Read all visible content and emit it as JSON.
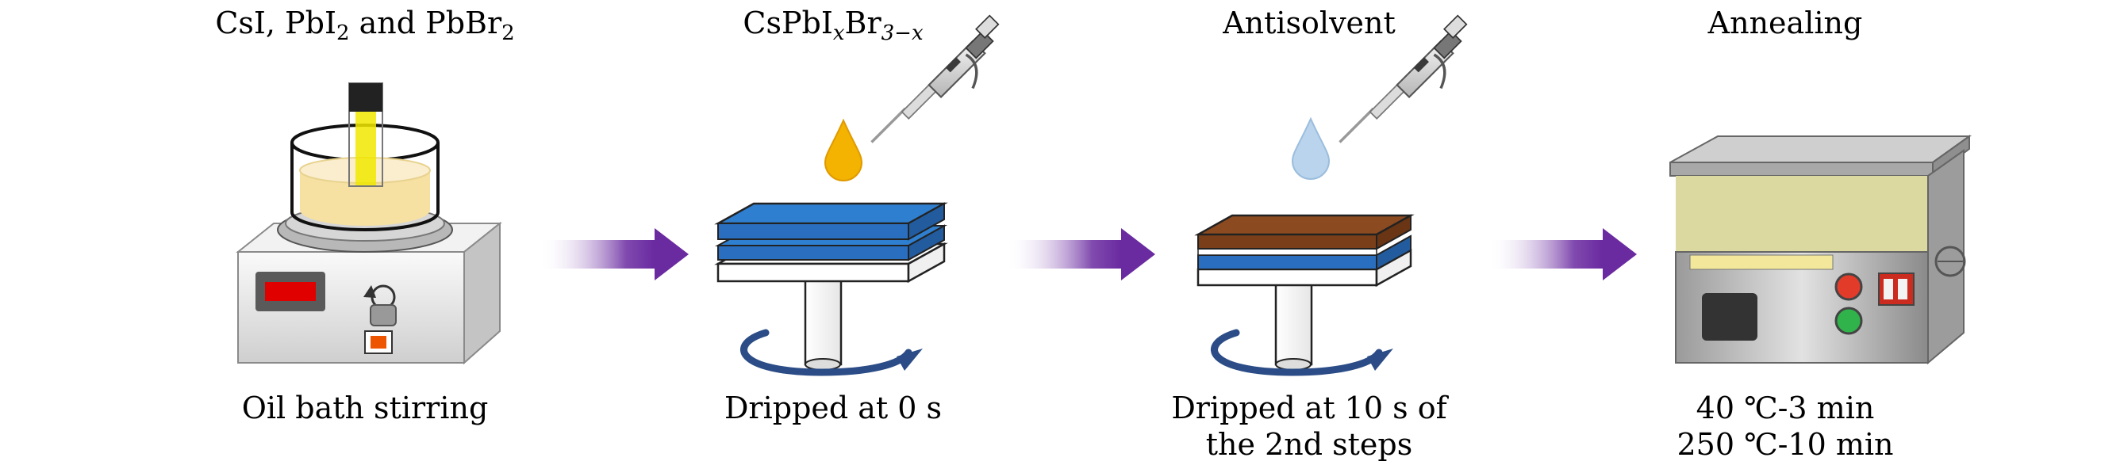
{
  "steps": [
    {
      "top_label": {
        "parts": [
          "CsI, PbI",
          "2",
          " and PbBr",
          "2"
        ]
      },
      "bottom_label": [
        "Oil bath stirring"
      ]
    },
    {
      "top_label": {
        "parts": [
          "CsPbI",
          "x",
          "Br",
          "3−x"
        ]
      },
      "bottom_label": [
        "Dripped at 0 s"
      ]
    },
    {
      "top_label": {
        "text": "Antisolvent"
      },
      "bottom_label": [
        "Dripped at 10 s of",
        "the 2nd steps"
      ]
    },
    {
      "top_label": {
        "text": "Annealing"
      },
      "bottom_label": [
        "40 ℃-3 min",
        "250 ℃-10 min"
      ]
    }
  ],
  "colors": {
    "arrow": "#6a2aa0",
    "precursor_drop": "#f3b300",
    "antisolvent_drop": "#b9d4ec",
    "perovskite_film": "#8b4a1f",
    "substrate_blue": "#2f7fd0",
    "rotation_arrow": "#2b4c86",
    "display_red": "#e00000"
  },
  "icons": [
    "stirrer-icon",
    "pipette-icon",
    "spin-coater-icon",
    "hot-plate-icon",
    "process-arrow-icon"
  ]
}
